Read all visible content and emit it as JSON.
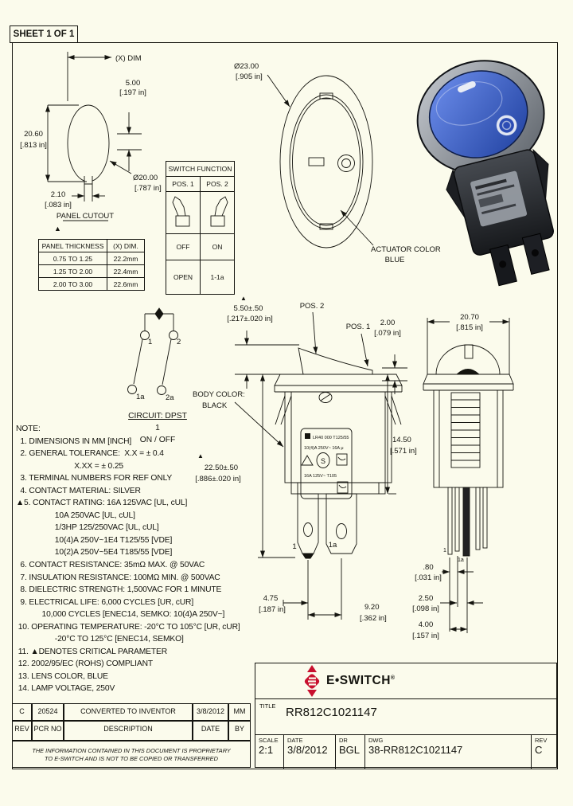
{
  "sheet": {
    "label": "SHEET 1 OF 1"
  },
  "panel_cutout": {
    "x_dim": "(X) DIM",
    "d5_mm": "5.00",
    "d5_in": "[.197 in]",
    "d2060_mm": "20.60",
    "d2060_in": "[.813 in]",
    "d20_mm": "Ø20.00",
    "d20_in": "[.787 in]",
    "d210_mm": "2.10",
    "d210_in": "[.083 in]",
    "caption": "PANEL CUTOUT",
    "critical_marker": "▲"
  },
  "thickness_table": {
    "headers": [
      "PANEL THICKNESS",
      "(X) DIM."
    ],
    "rows": [
      [
        "0.75 TO 1.25",
        "22.2mm"
      ],
      [
        "1.25 TO 2.00",
        "22.4mm"
      ],
      [
        "2.00 TO 3.00",
        "22.6mm"
      ]
    ]
  },
  "function_table": {
    "title": "SWITCH FUNCTION",
    "pos1": "POS. 1",
    "pos2": "POS. 2",
    "state1": "OFF",
    "state2": "ON",
    "circuit1": "OPEN",
    "circuit2": "1-1a"
  },
  "top_view": {
    "dia_mm": "Ø23.00",
    "dia_in": "[.905 in]",
    "label_line1": "ACTUATOR COLOR",
    "label_line2": "BLUE"
  },
  "circuit": {
    "t1": "1",
    "t2": "2",
    "t1a": "1a",
    "t2a": "2a",
    "caption": "CIRCUIT: DPST",
    "pos_num": "1",
    "pos_func": "ON / OFF"
  },
  "notes": {
    "lines": [
      "NOTE:",
      "  1. DIMENSIONS IN MM [INCH]",
      "  2. GENERAL TOLERANCE:  X.X = ± 0.4",
      "                           X.XX = ± 0.25",
      "  3. TERMINAL NUMBERS FOR REF ONLY",
      "  4. CONTACT MATERIAL: SILVER",
      "▲5. CONTACT RATING: 16A 125VAC [UL, cUL]",
      "                  10A 250VAC [UL, cUL]",
      "                  1/3HP 125/250VAC [UL, cUL]",
      "                  10(4)A 250V~1E4 T125/55 [VDE]",
      "                  10(2)A 250V~5E4 T185/55 [VDE]",
      "  6. CONTACT RESISTANCE: 35mΩ MAX. @ 50VAC",
      "  7. INSULATION RESISTANCE: 100MΩ MIN. @ 500VAC",
      "  8. DIELECTRIC STRENGTH: 1,500VAC FOR 1 MINUTE",
      "  9. ELECTRICAL LIFE: 6,000 CYCLES [UR, cUR]",
      "            10,000 CYCLES [ENEC14, SEMKO: 10(4)A 250V~]",
      " 10. OPERATING TEMPERATURE: -20°C TO 105°C [UR, cUR]",
      "                  -20°C TO 125°C [ENEC14, SEMKO]",
      " 11. ▲DENOTES CRITICAL PARAMETER",
      " 12. 2002/95/EC (ROHS) COMPLIANT",
      " 13. LENS COLOR, BLUE",
      " 14. LAMP VOLTAGE, 250V"
    ]
  },
  "front_view": {
    "marker": "▲",
    "d550_mm": "5.50±.50",
    "d550_in": "[.217±.020 in]",
    "pos2": "POS. 2",
    "pos1": "POS. 1",
    "d200_mm": "2.00",
    "d200_in": "[.079 in]",
    "body_color_1": "BODY COLOR:",
    "body_color_2": "BLACK",
    "d2250_mm": "22.50±.50",
    "d2250_in": "[.886±.020 in]",
    "d1450_mm": "14.50",
    "d1450_in": "[.571 in]",
    "t1": "1",
    "t1a": "1a",
    "d475_mm": "4.75",
    "d475_in": "[.187 in]",
    "d920_mm": "9.20",
    "d920_in": "[.362 in]"
  },
  "agency_label": {
    "l1": "LR40 000 T125/55",
    "l2": "10(4)A 250V~ 16A μ",
    "s": "S",
    "l3": "16A 125V~ T105"
  },
  "side_view": {
    "d2070_mm": "20.70",
    "d2070_in": "[.815 in]",
    "d080_mm": ".80",
    "d080_in": "[.031 in]",
    "d250_mm": "2.50",
    "d250_in": "[.098 in]",
    "d400_mm": "4.00",
    "d400_in": "[.157 in]",
    "t1": "1",
    "t1a": "1a"
  },
  "rev_table": {
    "entry": {
      "rev": "C",
      "pcr": "20524",
      "desc": "CONVERTED TO INVENTOR",
      "date": "3/8/2012",
      "by": "MM"
    },
    "head": {
      "rev": "REV",
      "pcr": "PCR NO",
      "desc": "DESCRIPTION",
      "date": "DATE",
      "by": "BY"
    },
    "prop1": "THE INFORMATION CONTAINED IN THIS DOCUMENT IS PROPRIETARY",
    "prop2": "TO E-SWITCH AND IS NOT TO BE COPIED OR TRANSFERRED"
  },
  "title_block": {
    "brand": "E•SWITCH",
    "reg": "®",
    "title_label": "TITLE",
    "title": "RR812C1021147",
    "scale_label": "SCALE",
    "scale": "2:1",
    "date_label": "DATE",
    "date": "3/8/2012",
    "dr_label": "DR",
    "dr": "BGL",
    "dwg_label": "DWG",
    "dwg": "38-RR812C1021147",
    "rev_label": "REV",
    "rev": "C"
  },
  "colors": {
    "paper": "#FBFBEC",
    "ink": "#14140f",
    "brand_red": "#C8102E",
    "actuator_blue": "#3d63cf"
  }
}
